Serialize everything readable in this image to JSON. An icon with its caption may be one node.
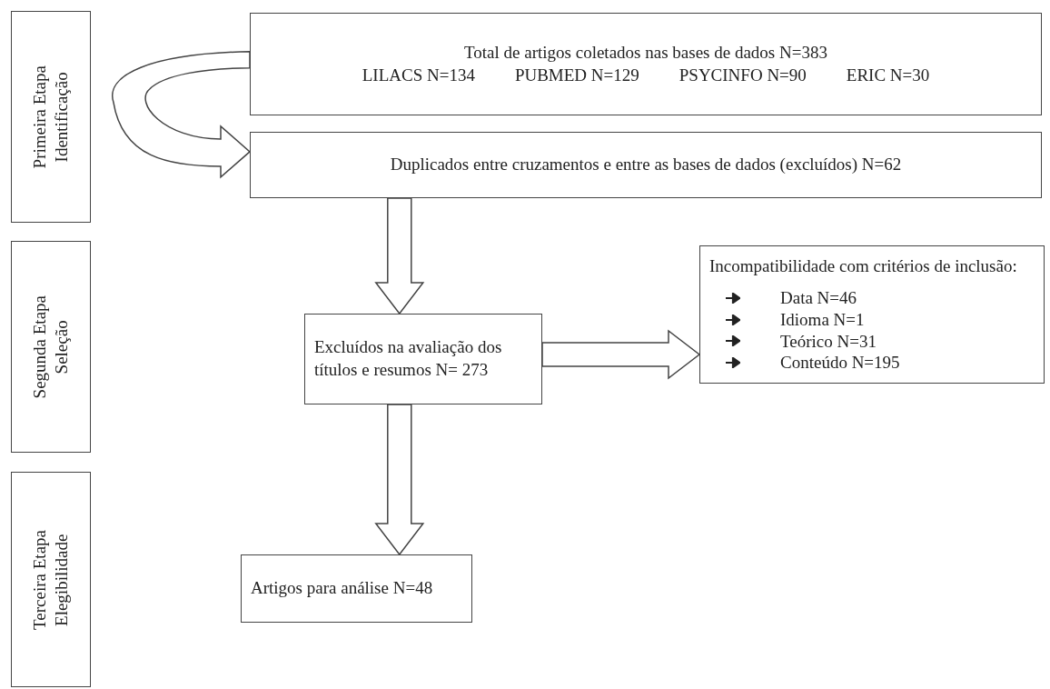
{
  "diagram": {
    "nodes": [
      {
        "text": [
          "Primeira Etapa",
          "Identificação"
        ]
      },
      {
        "text": [
          "Segunda Etapa",
          "Seleção"
        ]
      },
      {
        "text": [
          "Terceira Etapa",
          "Elegibilidade"
        ]
      },
      {
        "text": [
          "Total de artigos coletados nas bases de dados N=383",
          "LILACS N=134",
          "PUBMED N=129",
          "PSYCINFO N=90",
          "ERIC N=30"
        ]
      },
      {
        "text": [
          "Duplicados entre cruzamentos e entre as bases de dados (excluídos) N=62"
        ]
      },
      {
        "text": [
          "Excluídos na avaliação dos títulos e resumos N= 273"
        ]
      },
      {
        "text": [
          "Incompatibilidade com critérios de inclusão:",
          "Data N=46",
          "Idioma N=1",
          "Teórico N=31",
          "Conteúdo N=195"
        ]
      },
      {
        "text": [
          "Artigos para análise N=48"
        ]
      }
    ],
    "edges": [
      {
        "from": 3,
        "to": 4,
        "arrow": "to"
      },
      {
        "from": 4,
        "to": 5,
        "arrow": "to"
      },
      {
        "from": 5,
        "to": 6,
        "arrow": "to"
      },
      {
        "from": 5,
        "to": 7,
        "arrow": "to"
      }
    ]
  }
}
